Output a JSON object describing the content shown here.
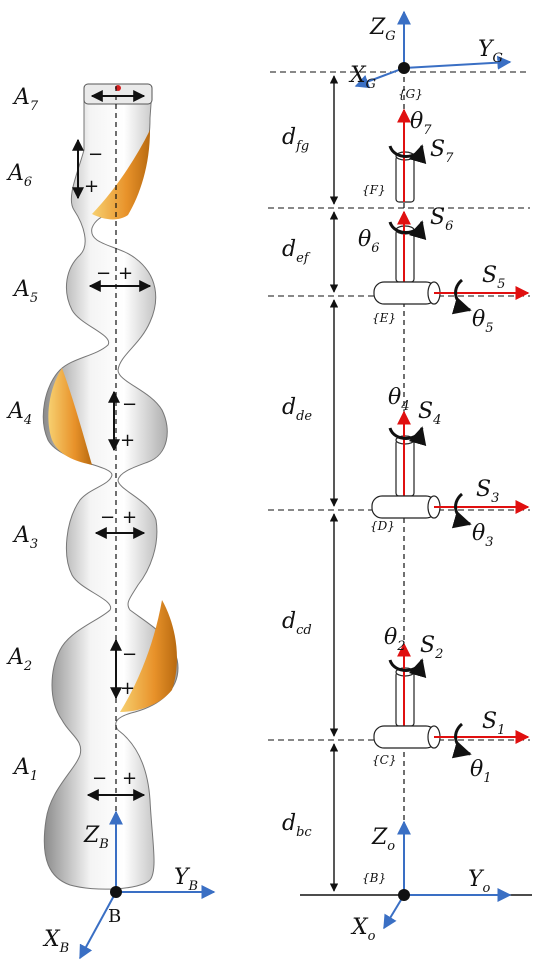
{
  "links": [
    {
      "id": "A7",
      "base": "A",
      "sub": "7"
    },
    {
      "id": "A6",
      "base": "A",
      "sub": "6"
    },
    {
      "id": "A5",
      "base": "A",
      "sub": "5"
    },
    {
      "id": "A4",
      "base": "A",
      "sub": "4"
    },
    {
      "id": "A3",
      "base": "A",
      "sub": "3"
    },
    {
      "id": "A2",
      "base": "A",
      "sub": "2"
    },
    {
      "id": "A1",
      "base": "A",
      "sub": "1"
    }
  ],
  "signs": {
    "minus": "−",
    "plus": "+"
  },
  "base_axes": {
    "z": {
      "base": "Z",
      "sub": "B"
    },
    "y": {
      "base": "Y",
      "sub": "B"
    },
    "x": {
      "base": "X",
      "sub": "B"
    },
    "origin": "B"
  },
  "distances": [
    {
      "base": "d",
      "sub": "fg"
    },
    {
      "base": "d",
      "sub": "ef"
    },
    {
      "base": "d",
      "sub": "de"
    },
    {
      "base": "d",
      "sub": "cd"
    },
    {
      "base": "d",
      "sub": "bc"
    }
  ],
  "frames": {
    "G": "{G}",
    "F": "{F}",
    "E": "{E}",
    "D": "{D}",
    "C": "{C}",
    "B": "{B}"
  },
  "top_axes": {
    "z": {
      "base": "Z",
      "sub": "G"
    },
    "y": {
      "base": "Y",
      "sub": "G"
    },
    "x": {
      "base": "X",
      "sub": "G"
    }
  },
  "bottom_axes": {
    "z": {
      "base": "Z",
      "sub": "o"
    },
    "y": {
      "base": "Y",
      "sub": "o"
    },
    "x": {
      "base": "X",
      "sub": "o"
    }
  },
  "joints": [
    {
      "s_base": "S",
      "s_sub": "7",
      "t_base": "θ",
      "t_sub": "7"
    },
    {
      "s_base": "S",
      "s_sub": "6",
      "t_base": "θ",
      "t_sub": "6"
    },
    {
      "s_base": "S",
      "s_sub": "5",
      "t_base": "θ",
      "t_sub": "5"
    },
    {
      "s_base": "S",
      "s_sub": "4",
      "t_base": "θ",
      "t_sub": "4"
    },
    {
      "s_base": "S",
      "s_sub": "3",
      "t_base": "θ",
      "t_sub": "3"
    },
    {
      "s_base": "S",
      "s_sub": "2",
      "t_base": "θ",
      "t_sub": "2"
    },
    {
      "s_base": "S",
      "s_sub": "1",
      "t_base": "θ",
      "t_sub": "1"
    }
  ],
  "colors": {
    "axis": "#3a6fc4",
    "joint_axis": "#e01010",
    "orange": "#e8922a",
    "line": "#111111"
  }
}
